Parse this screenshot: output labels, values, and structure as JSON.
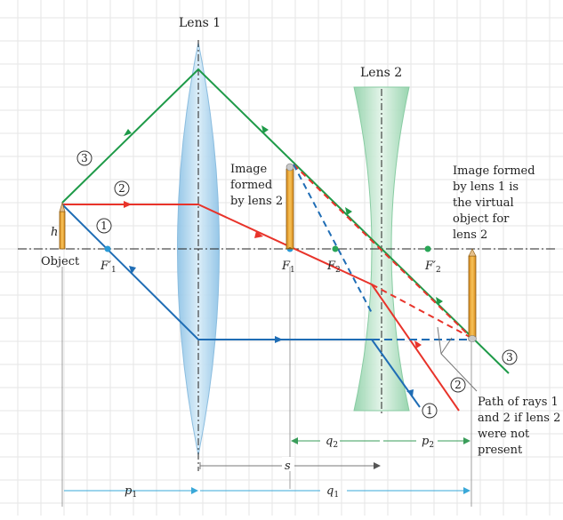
{
  "labels": {
    "lens1": "Lens 1",
    "lens2": "Lens 2",
    "object": "Object",
    "h": "h",
    "image2": [
      "Image",
      "formed",
      "by lens 2"
    ],
    "image1": [
      "Image formed",
      "by lens 1 is",
      "the virtual",
      "object for",
      "lens 2"
    ],
    "path": [
      "Path of rays 1",
      "and 2 if lens 2",
      "were not",
      "present"
    ],
    "f1p": "F′",
    "f1p_sub": "1",
    "f1": "F",
    "f1_sub": "1",
    "f2": "F",
    "f2_sub": "2",
    "f2p": "F′",
    "f2p_sub": "2",
    "p1": "p",
    "p1_sub": "1",
    "q1": "q",
    "q1_sub": "1",
    "q2": "q",
    "q2_sub": "2",
    "p2": "p",
    "p2_sub": "2",
    "s": "s"
  },
  "ray_numbers": {
    "r1_left": "1",
    "r2_left": "2",
    "r3_left": "3",
    "r1_right": "1",
    "r2_right": "2",
    "r3_right": "3"
  },
  "colors": {
    "ray_red": "#e8332a",
    "ray_blue": "#1f6db5",
    "ray_green": "#1e9a48",
    "lens1_fill": "#b7daf0",
    "lens2_fill": "#b9e4c9",
    "grid": "#e3e3e3",
    "pencil": "#f0a833",
    "dim_arrow": "#3aa8d8",
    "dim_green": "#3a9d5a"
  }
}
